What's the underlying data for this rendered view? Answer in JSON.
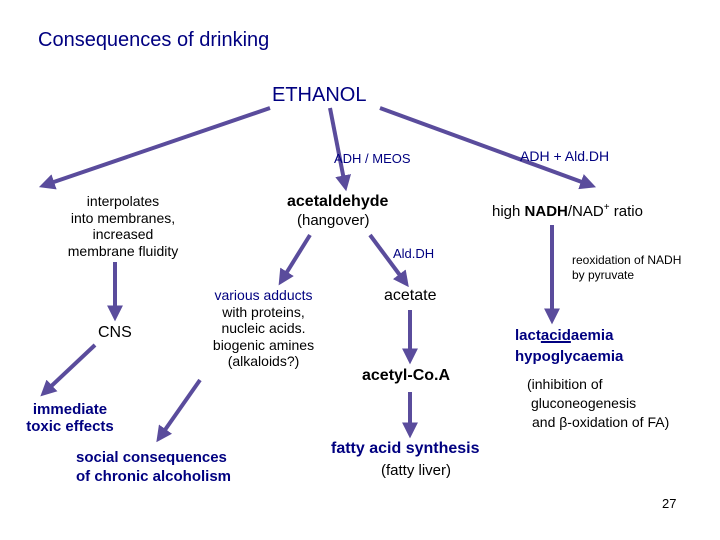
{
  "slide": {
    "title": "Consequences of drinking",
    "page_number": "27"
  },
  "diagram": {
    "ethanol": "ETHANOL",
    "adh_meos": "ADH / MEOS",
    "adh_aldh": "ADH + Ald.DH",
    "membranes": [
      "interpolates",
      "into membranes,",
      "increased",
      "membrane fluidity"
    ],
    "acetaldehyde": "acetaldehyde",
    "hangover": "(hangover)",
    "nadh_ratio": {
      "prefix": "high ",
      "nadh": "NADH",
      "nad": "/NAD",
      "sup": "+",
      "suffix": " ratio"
    },
    "aldh": "Ald.DH",
    "reoxidation": [
      "reoxidation of NADH",
      "by pyruvate"
    ],
    "adducts": {
      "line1": "various adducts",
      "rest": [
        "with proteins,",
        "nucleic acids.",
        "biogenic amines",
        "(alkaloids?)"
      ]
    },
    "acetate": "acetate",
    "cns": "CNS",
    "lactacidaemia": {
      "pre": "lact",
      "mid": "acid",
      "post": "aemia"
    },
    "hypoglycaemia": "hypoglycaemia",
    "inhibition": [
      "(inhibition of",
      "gluconeogenesis",
      "and β-oxidation of FA)"
    ],
    "acetyl_coa": "acetyl-Co.A",
    "immediate": [
      "immediate",
      "toxic effects"
    ],
    "social": [
      "social consequences",
      "of chronic alcoholism"
    ],
    "fatty_acid": "fatty acid synthesis",
    "fatty_liver": "(fatty liver)"
  },
  "colors": {
    "arrow": "#5a4c9c",
    "navy_text": "#000080",
    "black_text": "#000000"
  }
}
